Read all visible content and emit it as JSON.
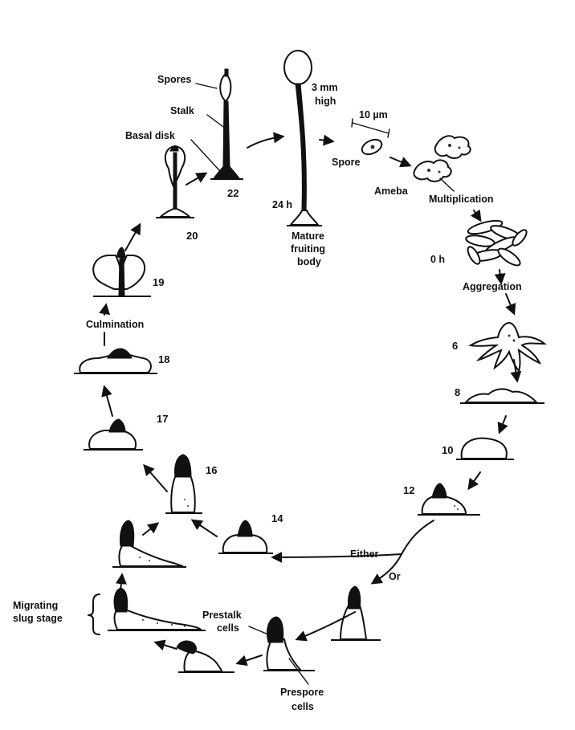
{
  "diagram": {
    "labels": {
      "spores": "Spores",
      "stalk": "Stalk",
      "basal_disk": "Basal disk",
      "height": [
        "3 mm",
        "high"
      ],
      "scale": "10 µm",
      "spore": "Spore",
      "ameba": "Ameba",
      "multiplication": "Multiplication",
      "time_24h": "24 h",
      "mature_fruiting_body": [
        "Mature",
        "fruiting",
        "body"
      ],
      "time_0h": "0 h",
      "aggregation": "Aggregation",
      "culmination": "Culmination",
      "either": "Either",
      "or": "Or",
      "migrating_slug_stage": [
        "Migrating",
        "slug stage"
      ],
      "prestalk_cells": [
        "Prestalk",
        "cells"
      ],
      "prespore_cells": [
        "Prespore",
        "cells"
      ]
    },
    "stage_numbers": {
      "s22": "22",
      "s20": "20",
      "s19": "19",
      "s18": "18",
      "s17": "17",
      "s16": "16",
      "s14": "14",
      "s12": "12",
      "s10": "10",
      "s8": "8",
      "s6": "6"
    }
  }
}
